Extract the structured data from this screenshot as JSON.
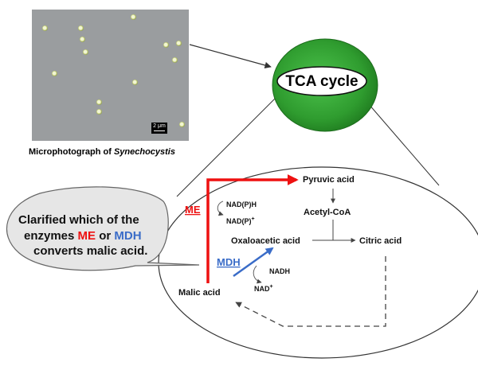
{
  "microphotograph": {
    "caption_prefix": "Microphotograph of ",
    "caption_species": "Synechocystis",
    "scale_label": "2 μm"
  },
  "tca": {
    "label": "TCA cycle"
  },
  "callout": {
    "line1": "Clarified which of the",
    "line2_a": "enzymes ",
    "line2_me": "ME",
    "line2_or": " or ",
    "line2_mdh": "MDH",
    "line3": "converts malic acid."
  },
  "pathway": {
    "pyruvic_acid": "Pyruvic acid",
    "acetyl_coa": "Acetyl-CoA",
    "oxaloacetic_acid": "Oxaloacetic acid",
    "citric_acid": "Citric acid",
    "malic_acid": "Malic acid",
    "me": "ME",
    "mdh": "MDH",
    "nadph": "NAD(P)H",
    "nadp": "NAD(P)",
    "nadh": "NADH",
    "nad": "NAD",
    "plus": "+"
  },
  "colors": {
    "me": "#ee1111",
    "mdh": "#3a6cc8",
    "tca_green": "#2f9c2f"
  }
}
